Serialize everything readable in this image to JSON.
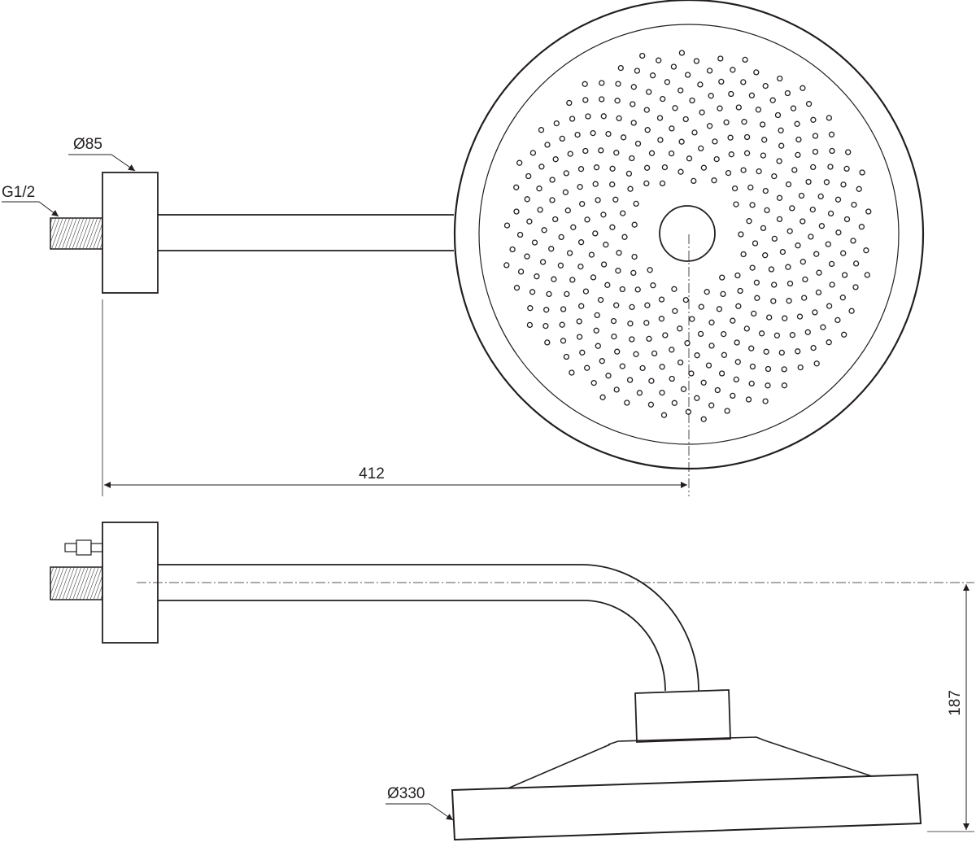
{
  "labels": {
    "flange_diameter": "Ø85",
    "thread_size": "G1/2",
    "arm_length": "412",
    "height_offset": "187",
    "head_diameter": "Ø330"
  },
  "colors": {
    "line": "#231f20",
    "background": "#ffffff"
  }
}
